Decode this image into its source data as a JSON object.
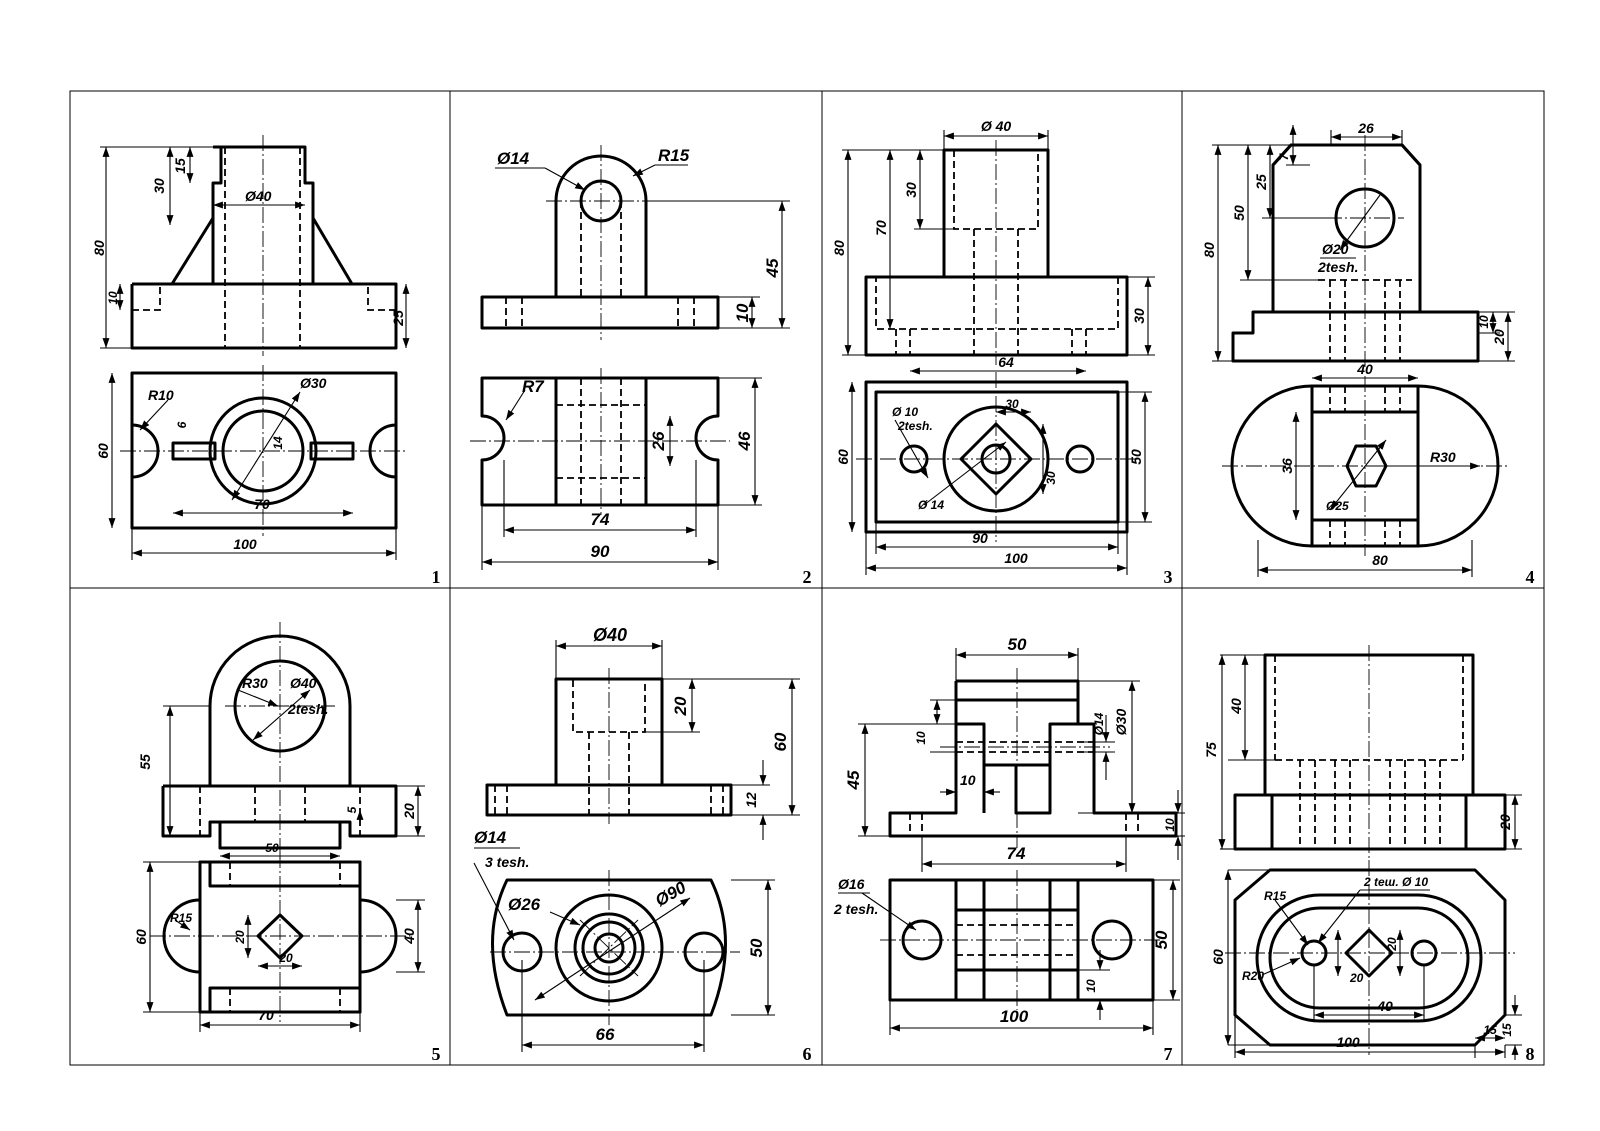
{
  "panels": [
    {
      "number": "1",
      "dims": [
        "80",
        "30",
        "15",
        "Ø40",
        "10",
        "25",
        "R10",
        "Ø30",
        "6",
        "14",
        "60",
        "70",
        "100"
      ]
    },
    {
      "number": "2",
      "dims": [
        "Ø14",
        "R15",
        "45",
        "10",
        "R7",
        "26",
        "46",
        "74",
        "90"
      ]
    },
    {
      "number": "3",
      "dims": [
        "Ø 40",
        "30",
        "70",
        "80",
        "30",
        "64",
        "Ø 10",
        "2tesh.",
        "30",
        "30",
        "60",
        "50",
        "Ø 14",
        "90",
        "100"
      ]
    },
    {
      "number": "4",
      "dims": [
        "26",
        "7",
        "25",
        "50",
        "80",
        "Ø20",
        "2tesh.",
        "10",
        "20",
        "40",
        "36",
        "R30",
        "Ø25",
        "80"
      ]
    },
    {
      "number": "5",
      "dims": [
        "R30",
        "Ø40",
        "2tesh.",
        "55",
        "5",
        "20",
        "50",
        "R15",
        "60",
        "20",
        "20",
        "40",
        "70"
      ]
    },
    {
      "number": "6",
      "dims": [
        "Ø40",
        "20",
        "60",
        "12",
        "Ø14",
        "3 tesh.",
        "Ø26",
        "Ø90",
        "50",
        "66"
      ]
    },
    {
      "number": "7",
      "dims": [
        "50",
        "10",
        "Ø14",
        "Ø30",
        "45",
        "10",
        "74",
        "10",
        "Ø16",
        "2 tesh.",
        "50",
        "10",
        "100"
      ]
    },
    {
      "number": "8",
      "dims": [
        "40",
        "75",
        "20",
        "R15",
        "2 teш. Ø 10",
        "60",
        "R20",
        "20",
        "20",
        "40",
        "15",
        "100",
        "15"
      ]
    }
  ]
}
